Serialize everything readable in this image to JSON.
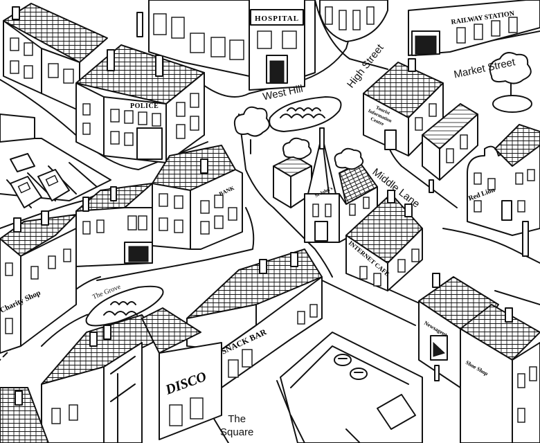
{
  "streets": {
    "high_street": "High Street",
    "market_street": "Market Street",
    "west_hill": "West Hill",
    "middle_lane": "Middle Lane",
    "the_grove": "The Grove",
    "the_square_line1": "The",
    "the_square_line2": "Square"
  },
  "signs": {
    "hospital": "HOSPITAL",
    "railway_station": "RAILWAY STATION",
    "police": "POLICE",
    "tourist_info_1": "Tourist",
    "tourist_info_2": "Information",
    "tourist_info_3": "Centre",
    "red_lion": "Red Lion",
    "bank": "BANK",
    "church": "St John's",
    "internet_cafe": "INTERNET CAFE",
    "charity_shop": "Charity Shop",
    "snack_bar": "SNACK BAR",
    "disco": "DISCO",
    "newsagent": "Newsagent",
    "shoe_shop": "Shoe Shop"
  },
  "colors": {
    "ink": "#111111",
    "paper": "#ffffff"
  }
}
